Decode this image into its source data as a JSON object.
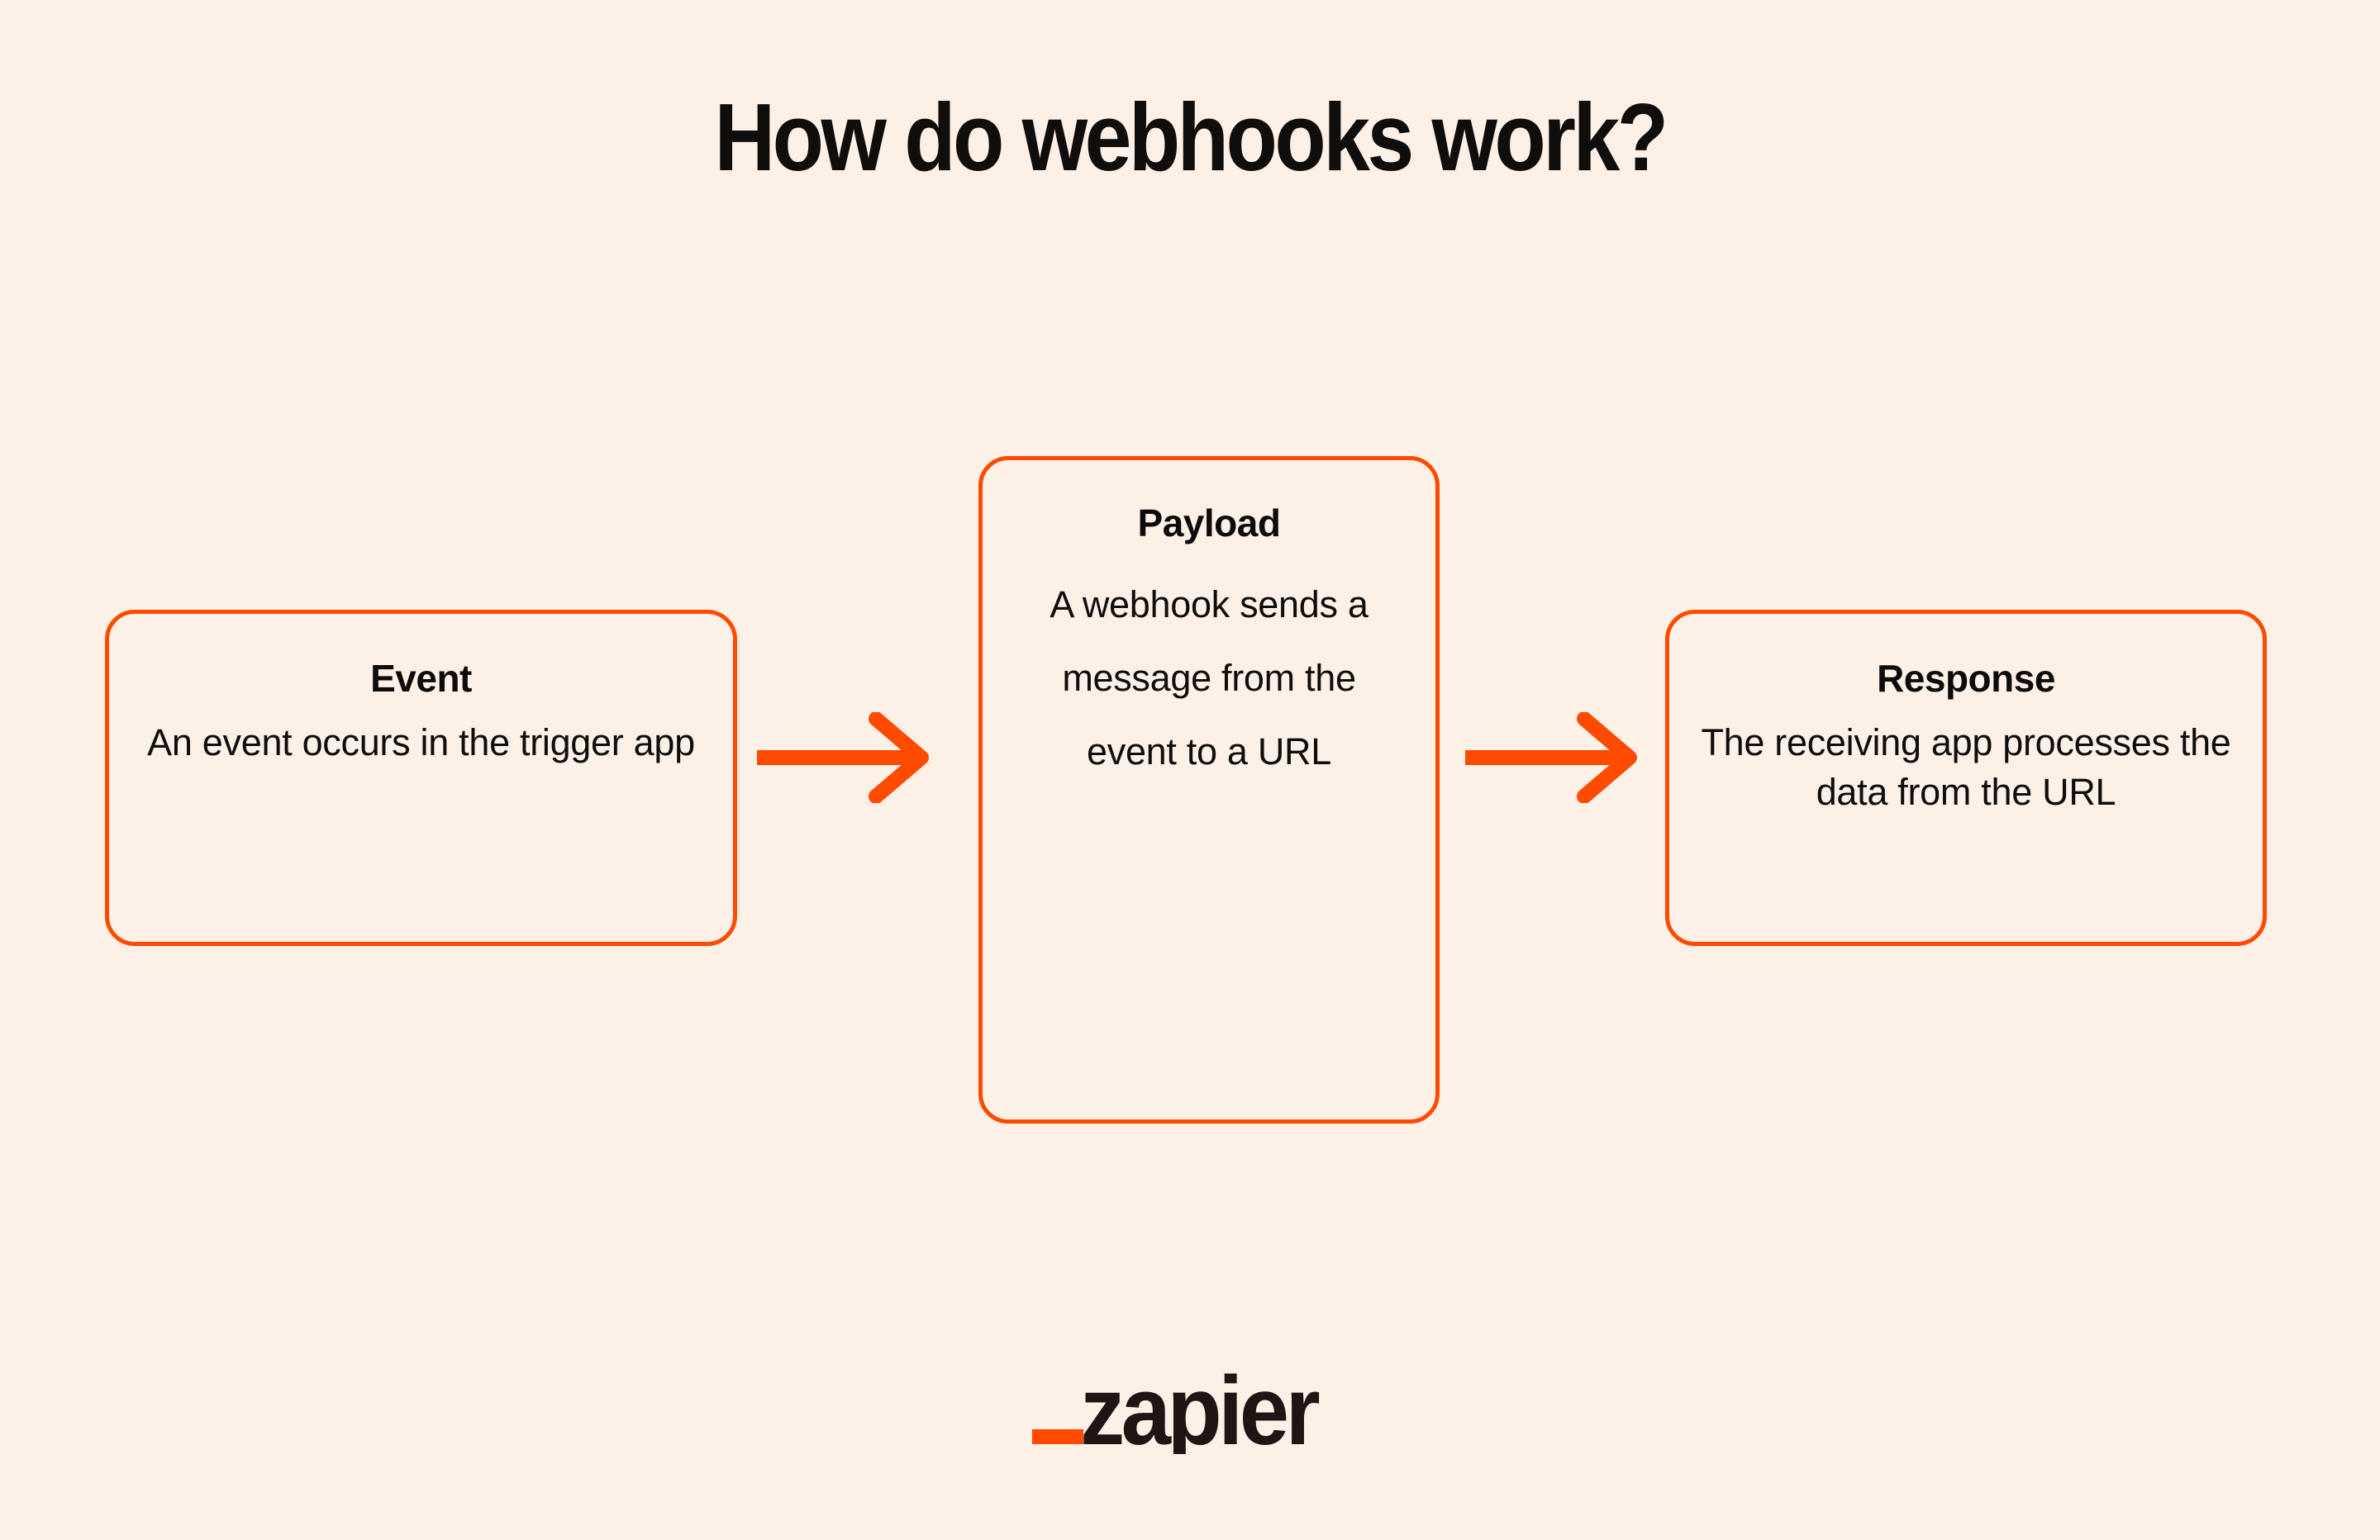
{
  "page": {
    "title": "How do webhooks work?",
    "background_color": "#FDF1E7",
    "accent_color": "#FF4A00",
    "text_color": "#100D0D"
  },
  "diagram": {
    "type": "flow",
    "direction": "left-to-right",
    "steps": [
      {
        "id": "event",
        "title": "Event",
        "body": "An event occurs in the trigger app"
      },
      {
        "id": "payload",
        "title": "Payload",
        "body": "A webhook sends a message from the event to a URL"
      },
      {
        "id": "response",
        "title": "Response",
        "body": "The receiving app processes the data from the URL"
      }
    ],
    "connectors": [
      {
        "id": "arrow-1",
        "from": "event",
        "to": "payload",
        "glyph": "arrow-right-icon"
      },
      {
        "id": "arrow-2",
        "from": "payload",
        "to": "response",
        "glyph": "arrow-right-icon"
      }
    ]
  },
  "footer": {
    "brand": "zapier",
    "mark": "underscore-dash"
  }
}
